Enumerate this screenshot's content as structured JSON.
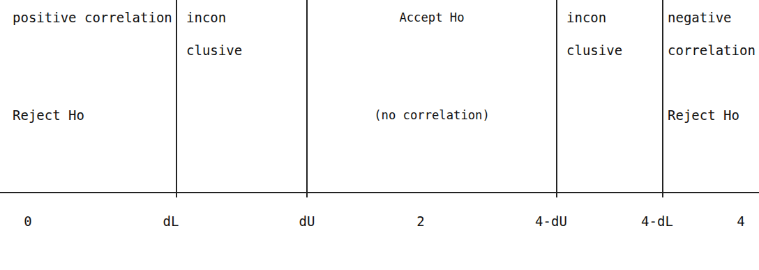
{
  "diagram": {
    "nodes": [
      {
        "text": [
          "positive correlation",
          "Reject Ho"
        ]
      },
      {
        "text": [
          "incon clusive"
        ]
      },
      {
        "text": [
          "Accept Ho",
          "(no correlation)"
        ]
      },
      {
        "text": [
          "incon clusive"
        ]
      },
      {
        "text": [
          "negative correlation",
          "Reject Ho"
        ]
      }
    ],
    "labels": [
      "0",
      "dL",
      "dU",
      "2",
      "4-dU",
      "4-dL",
      "4"
    ]
  }
}
